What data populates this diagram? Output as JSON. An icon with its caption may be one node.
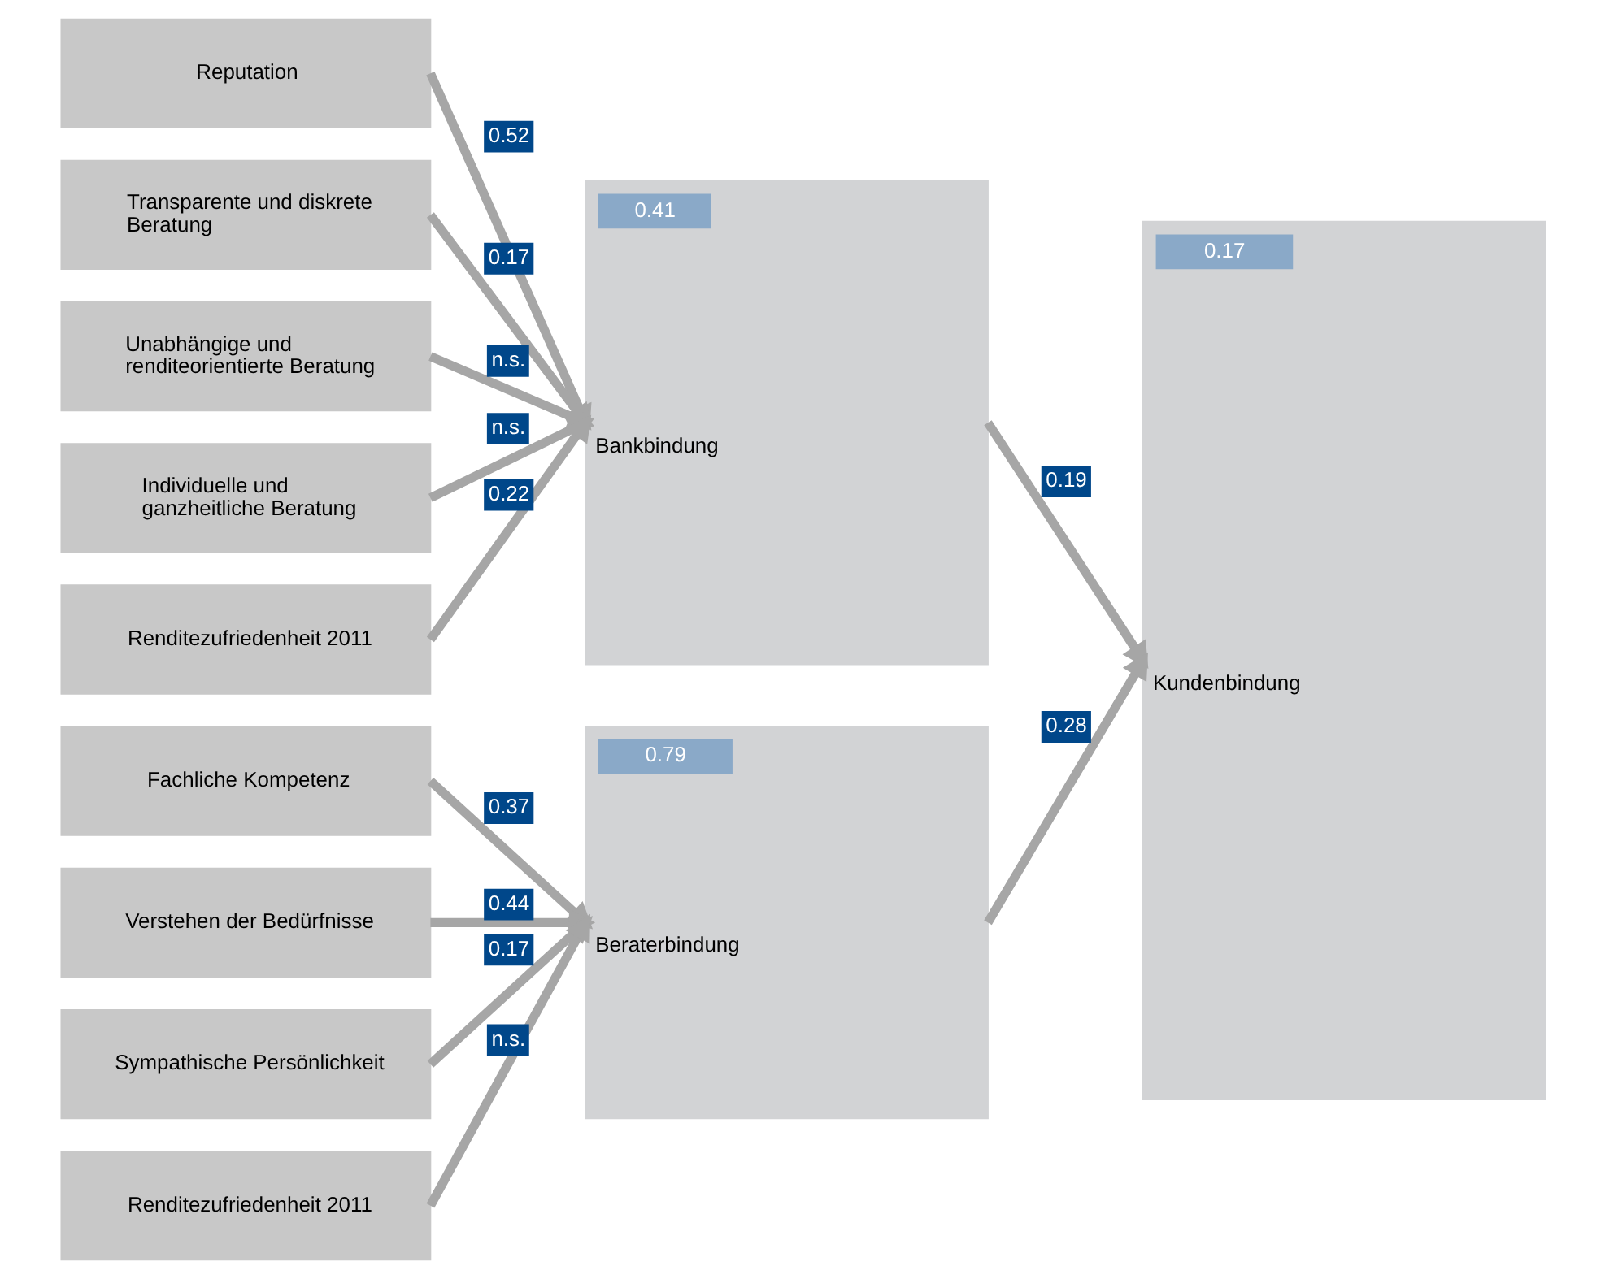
{
  "diagram": {
    "nodes": [
      {
        "text": [
          "Reputation"
        ]
      },
      {
        "text": [
          "Transparente und diskrete Beratung"
        ]
      },
      {
        "text": [
          "Unabhängige und renditeorientierte Beratung"
        ]
      },
      {
        "text": [
          "Individuelle und ganzheitliche Beratung"
        ]
      },
      {
        "text": [
          "Renditezufriedenheit 2011"
        ]
      },
      {
        "text": [
          "Fachliche Kompetenz"
        ]
      },
      {
        "text": [
          "Verstehen der Bedürfnisse"
        ]
      },
      {
        "text": [
          "Sympathische Persönlichkeit"
        ]
      },
      {
        "text": [
          "Renditezufriedenheit 2011"
        ]
      },
      {
        "text": [
          "0.41",
          "Bankbindung"
        ]
      },
      {
        "text": [
          "0.79",
          "Beraterbindung"
        ]
      },
      {
        "text": [
          "0.17",
          "Kundenbindung"
        ]
      }
    ],
    "edges": [
      {
        "from": 0,
        "to": 9,
        "arrow": "to",
        "label": "0.52"
      },
      {
        "from": 1,
        "to": 9,
        "arrow": "to",
        "label": "0.17"
      },
      {
        "from": 2,
        "to": 9,
        "arrow": "to",
        "label": "n.s."
      },
      {
        "from": 3,
        "to": 9,
        "arrow": "to",
        "label": "n.s."
      },
      {
        "from": 4,
        "to": 9,
        "arrow": "to",
        "label": "0.22"
      },
      {
        "from": 5,
        "to": 10,
        "arrow": "to",
        "label": "0.37"
      },
      {
        "from": 6,
        "to": 10,
        "arrow": "to",
        "label": "0.44"
      },
      {
        "from": 7,
        "to": 10,
        "arrow": "to",
        "label": "0.17"
      },
      {
        "from": 8,
        "to": 10,
        "arrow": "to",
        "label": "n.s."
      },
      {
        "from": 9,
        "to": 11,
        "arrow": "to",
        "label": "0.19"
      },
      {
        "from": 10,
        "to": 11,
        "arrow": "to",
        "label": "0.28"
      }
    ]
  }
}
